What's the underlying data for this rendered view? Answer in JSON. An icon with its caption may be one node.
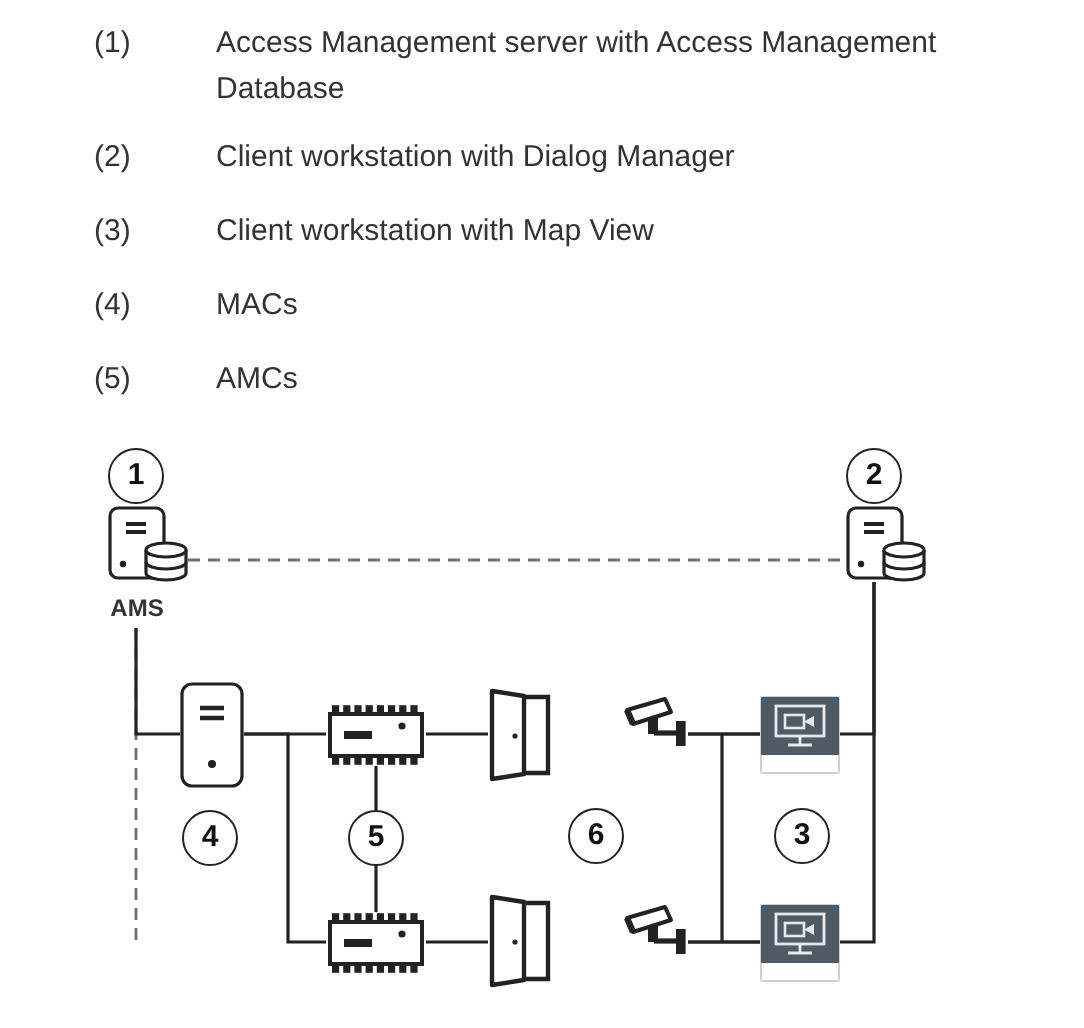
{
  "diagram": {
    "nodes": [
      {
        "text": [
          "AMS"
        ]
      },
      {
        "text": [],
        "shape": "picture"
      },
      {
        "text": [],
        "shape": "picture"
      },
      {
        "text": [],
        "shape": "picture"
      },
      {
        "text": [],
        "shape": "picture"
      },
      {
        "text": [],
        "shape": "picture"
      },
      {
        "text": [],
        "shape": "picture"
      },
      {
        "text": [],
        "shape": "picture"
      },
      {
        "text": [],
        "shape": "picture"
      },
      {
        "text": [],
        "shape": "picture"
      },
      {
        "text": [],
        "shape": "picture"
      }
    ],
    "edges": [
      {
        "from": 0,
        "to": 1,
        "arrow": "none",
        "style": "dashed",
        "color": "#707070"
      },
      {
        "from": 0,
        "to": 2,
        "arrow": "none"
      },
      {
        "from": 0,
        "to": null,
        "arrow": "none",
        "style": "dashed",
        "color": "#707070"
      },
      {
        "from": 2,
        "to": 3,
        "arrow": "none"
      },
      {
        "from": 2,
        "to": 7,
        "arrow": "none"
      },
      {
        "from": 3,
        "to": 7,
        "arrow": "none"
      },
      {
        "from": 3,
        "to": 4,
        "arrow": "none"
      },
      {
        "from": 7,
        "to": 8,
        "arrow": "none"
      },
      {
        "from": 5,
        "to": 6,
        "arrow": "none"
      },
      {
        "from": 5,
        "to": 10,
        "arrow": "none"
      },
      {
        "from": 9,
        "to": 6,
        "arrow": "none"
      },
      {
        "from": 9,
        "to": 10,
        "arrow": "none"
      },
      {
        "from": 1,
        "to": 6,
        "arrow": "none"
      },
      {
        "from": 1,
        "to": 10,
        "arrow": "none"
      }
    ],
    "labels": [
      "(1)",
      "Access Management server with Access Management Database",
      "(2)",
      "Client workstation with Dialog Manager",
      "(3)",
      "Client workstation with Map View",
      "(4)",
      "MACs",
      "(5)",
      "AMCs",
      "1",
      "2",
      "4",
      "5",
      "6",
      "3"
    ]
  }
}
